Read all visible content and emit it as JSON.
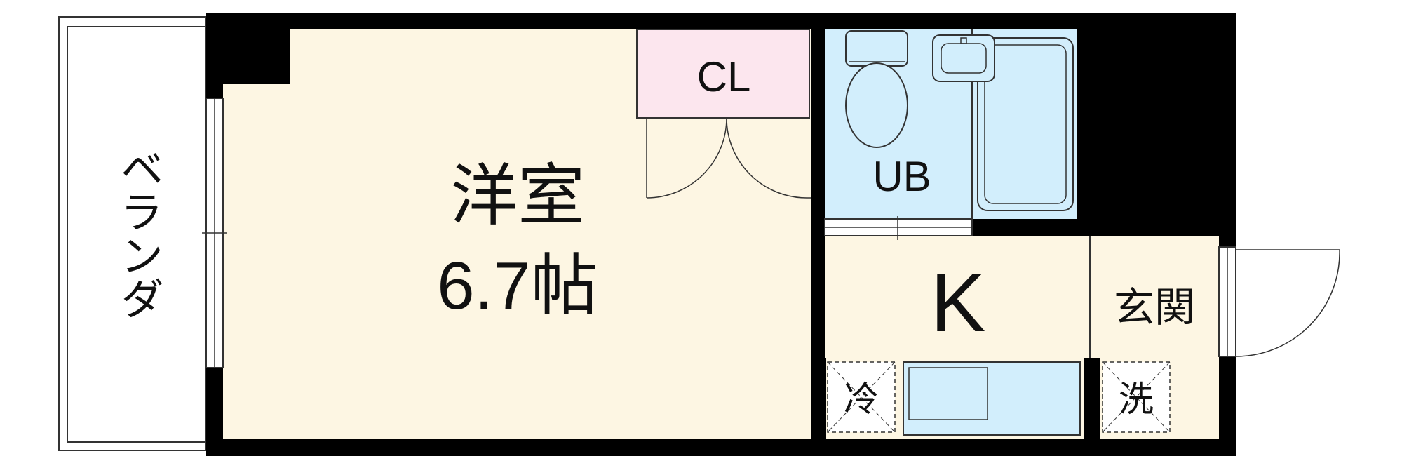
{
  "labels": {
    "balcony": "ベランダ",
    "western_room_name": "洋室",
    "western_room_size": "6.7帖",
    "closet": "CL",
    "unit_bath": "UB",
    "kitchen": "K",
    "entrance": "玄関",
    "fridge": "冷",
    "washer": "洗"
  },
  "colors": {
    "room": "#fdf6e3",
    "closet": "#fce6ee",
    "bath": "#d2eefc",
    "wall": "#000000"
  }
}
